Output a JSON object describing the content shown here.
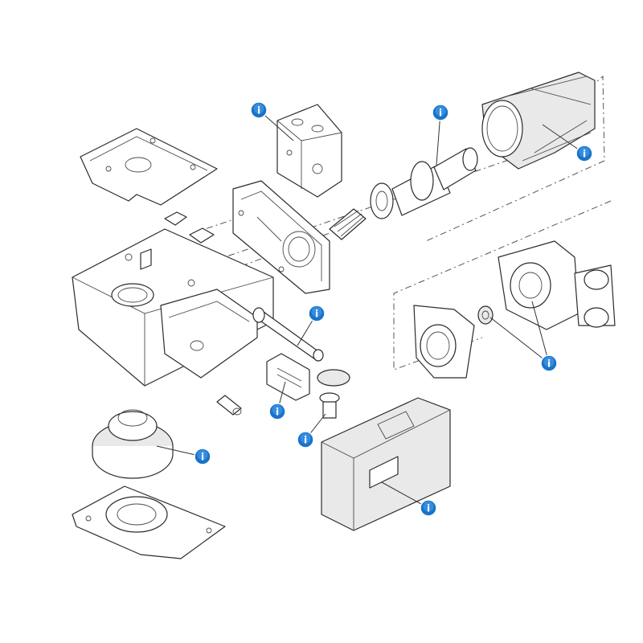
{
  "info_icon": {
    "glyph": "i",
    "color_outer": "#1a73c9",
    "color_inner": "#4fa3ef",
    "color_glyph": "#ffffff"
  },
  "parts": [
    {
      "id": "junction-box"
    },
    {
      "id": "worm-shaft-assembly"
    },
    {
      "id": "motor-housing"
    },
    {
      "id": "drive-shaft"
    },
    {
      "id": "gear-cluster"
    },
    {
      "id": "limit-switch-bracket"
    },
    {
      "id": "pinion-gear"
    },
    {
      "id": "idler-roller-assembly"
    },
    {
      "id": "cover-plate"
    }
  ]
}
